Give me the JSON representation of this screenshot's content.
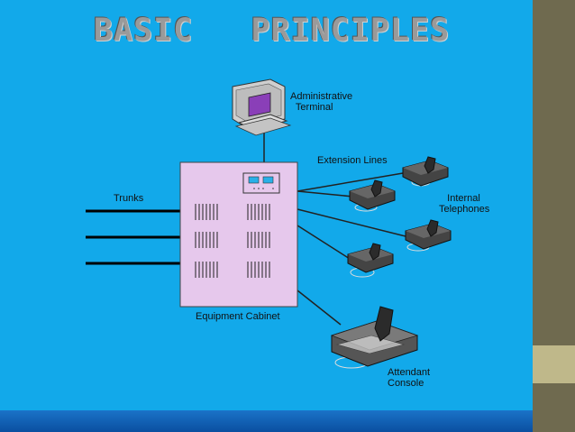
{
  "slide": {
    "title": "BASIC  PRINCIPLES"
  },
  "labels": {
    "admin_terminal": "Administrative\n  Terminal",
    "extension_lines": "Extension Lines",
    "trunks": "Trunks",
    "internal_telephones": "   Internal\nTelephones",
    "equipment_cabinet": "Equipment Cabinet",
    "attendant_console": "Attendant\nConsole"
  },
  "colors": {
    "background": "#12a9ea",
    "cabinet": "#e6c8ec",
    "side_panel": "#6f6a4f",
    "side_accent": "#bfb88a"
  },
  "icons": [
    "computer-terminal-icon",
    "telephone-icon",
    "attendant-console-icon"
  ]
}
